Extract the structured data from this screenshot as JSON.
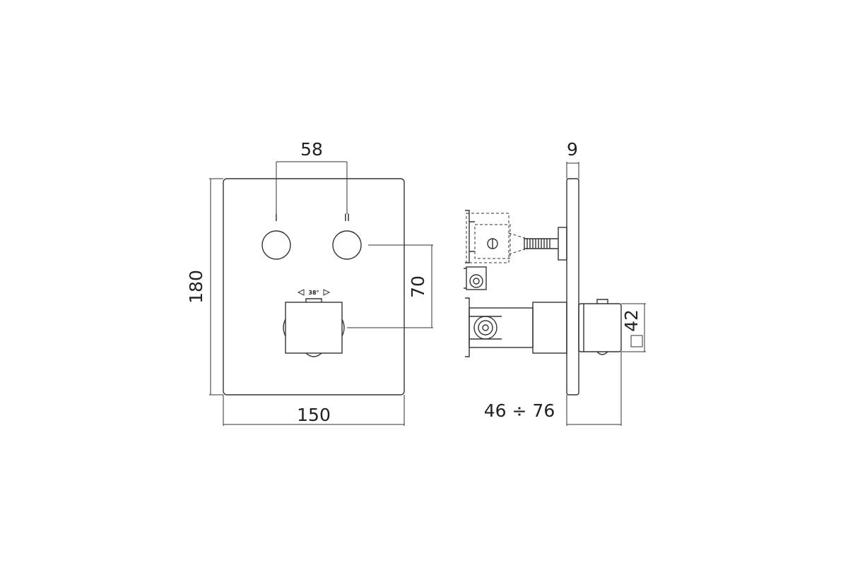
{
  "dimensions": {
    "button_spacing": "58",
    "height": "180",
    "width": "150",
    "button_to_knob": "70",
    "plate_thickness": "9",
    "depth_range": "46 ÷ 76",
    "knob_square": "42"
  },
  "labels": {
    "button_1": "I",
    "button_2": "II",
    "rotation": "38°"
  }
}
